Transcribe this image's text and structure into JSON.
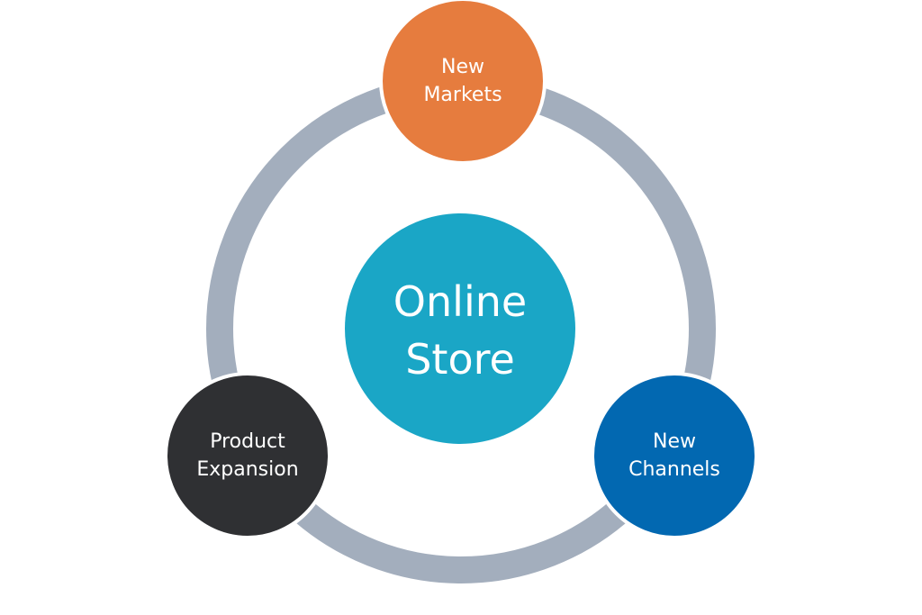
{
  "colors": {
    "ring": "#a3aebd",
    "center": "#1aa6c6",
    "top": "#e67c3e",
    "left": "#2f3033",
    "right": "#0268b1",
    "text": "#ffffff"
  },
  "center": {
    "line1": "Online",
    "line2": "Store"
  },
  "nodes": {
    "top": {
      "line1": "New",
      "line2": "Markets"
    },
    "left": {
      "line1": "Product",
      "line2": "Expansion"
    },
    "right": {
      "line1": "New",
      "line2": "Channels"
    }
  }
}
